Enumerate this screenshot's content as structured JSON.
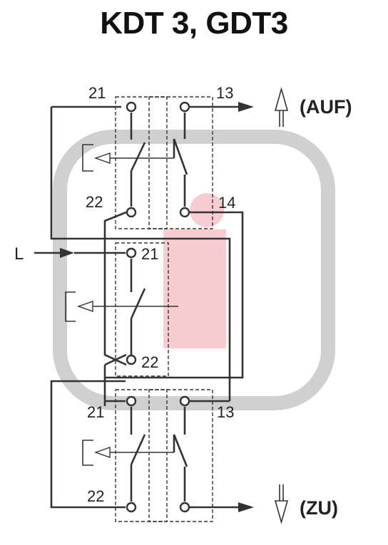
{
  "title": "KDT 3, GDT3",
  "diagram": {
    "top_switch": {
      "label_21": "21",
      "label_22": "22",
      "label_13": "13",
      "label_14": "14"
    },
    "middle_switch": {
      "label_21": "21",
      "label_22": "22"
    },
    "bottom_switch": {
      "label_21": "21",
      "label_22": "22",
      "label_13": "13"
    },
    "input_label": "L",
    "output_up": "(AUF)",
    "output_down": "(ZU)"
  },
  "colors": {
    "logo_gray": "#d0d0d0",
    "logo_pink": "#f7c8cc",
    "ink": "#333333"
  }
}
